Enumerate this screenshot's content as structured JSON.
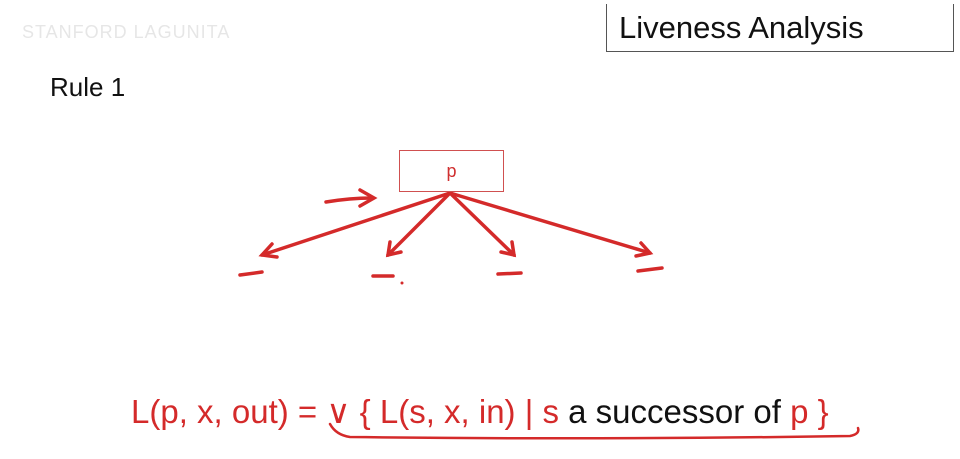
{
  "slide": {
    "title": "Liveness Analysis",
    "rule_label": "Rule 1",
    "watermark": "STANFORD LAGUNITA"
  },
  "diagram": {
    "node_label": "p",
    "successor_count": 4
  },
  "equation": {
    "lhs": "L(p, x, out) = ",
    "join_symbol": "∨",
    "open_brace": " { ",
    "inner": "L(s, x, in)",
    "bar": " | ",
    "var_s": "s",
    "middle": " a successor of ",
    "var_p": "p",
    "close_brace": " }"
  },
  "colors": {
    "annotation_red": "#d42a2a",
    "text": "#111111",
    "title_border": "#555555"
  }
}
